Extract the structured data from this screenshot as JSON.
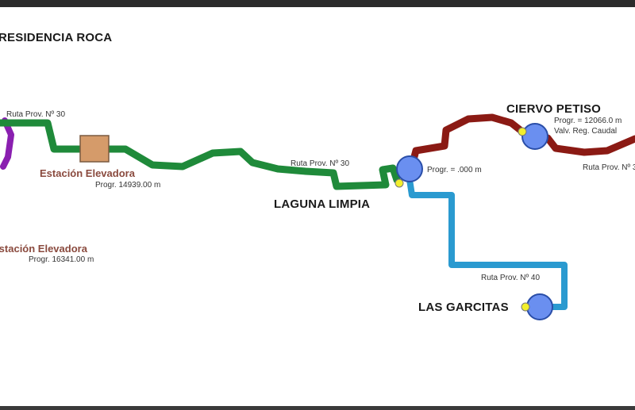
{
  "map": {
    "places": {
      "residencia_roca": "RESIDENCIA ROCA",
      "laguna_limpia": "LAGUNA LIMPIA",
      "ciervo_petiso": "CIERVO PETISO",
      "las_garcitas": "LAS GARCITAS"
    },
    "stations": {
      "elevadora_1": {
        "name": "Estación Elevadora",
        "progr": "Progr. 14939.00 m"
      },
      "elevadora_2": {
        "name": "Estación Elevadora",
        "progr": "Progr. 16341.00 m"
      }
    },
    "nodes": {
      "laguna_limpia_progr": "Progr. = .000 m",
      "ciervo_petiso_progr": "Progr. = 12066.0 m",
      "ciervo_petiso_valve": "Valv. Reg. Caudal"
    },
    "routes": {
      "ruta_30_a": "Ruta Prov. Nº 30",
      "ruta_30_b": "Ruta Prov. Nº 30",
      "ruta_40": "Ruta Prov. Nº 40",
      "ruta_right": "Ruta Prov. Nº 3"
    },
    "colors": {
      "green_line": "#1f8a3a",
      "purple_line": "#8a1fb0",
      "red_line": "#8b1a14",
      "blue_line": "#2a9ad0",
      "node_fill": "#6a8ff0",
      "node_marker": "#f2ef2c",
      "station_box": "#d59b6a"
    }
  }
}
